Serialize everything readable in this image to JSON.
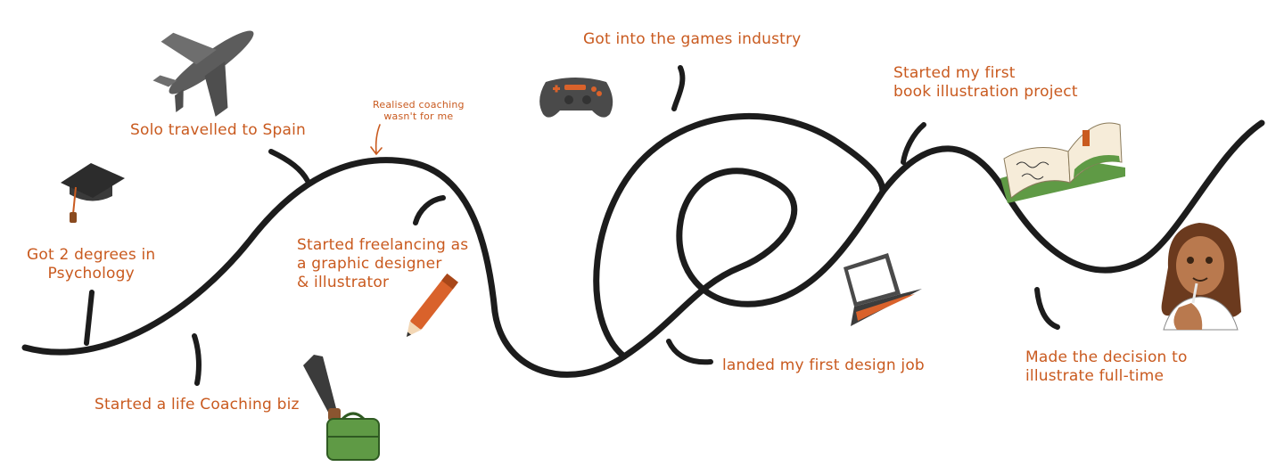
{
  "milestones": {
    "degrees": [
      "Got 2 degrees in",
      "Psychology"
    ],
    "coaching_biz": "Started a life Coaching biz",
    "spain": "Solo travelled to Spain",
    "realised": [
      "Realised coaching",
      "wasn't for me"
    ],
    "freelancing": [
      "Started freelancing as",
      "a graphic designer",
      "& illustrator"
    ],
    "games": "Got into the games industry",
    "design_job": "landed my first design job",
    "book": [
      "Started my first",
      "book illustration project"
    ],
    "fulltime": [
      "Made the decision to",
      "illustrate full-time"
    ]
  },
  "icons": [
    "graduation-cap-icon",
    "airplane-icon",
    "briefcase-icon",
    "pencil-icon",
    "game-controller-icon",
    "laptop-icon",
    "open-book-icon",
    "illustrator-avatar"
  ],
  "colors": {
    "path": "#1c1c1c",
    "text": "#c95a1f",
    "accent": "#d9622b",
    "green": "#5f9a45"
  }
}
